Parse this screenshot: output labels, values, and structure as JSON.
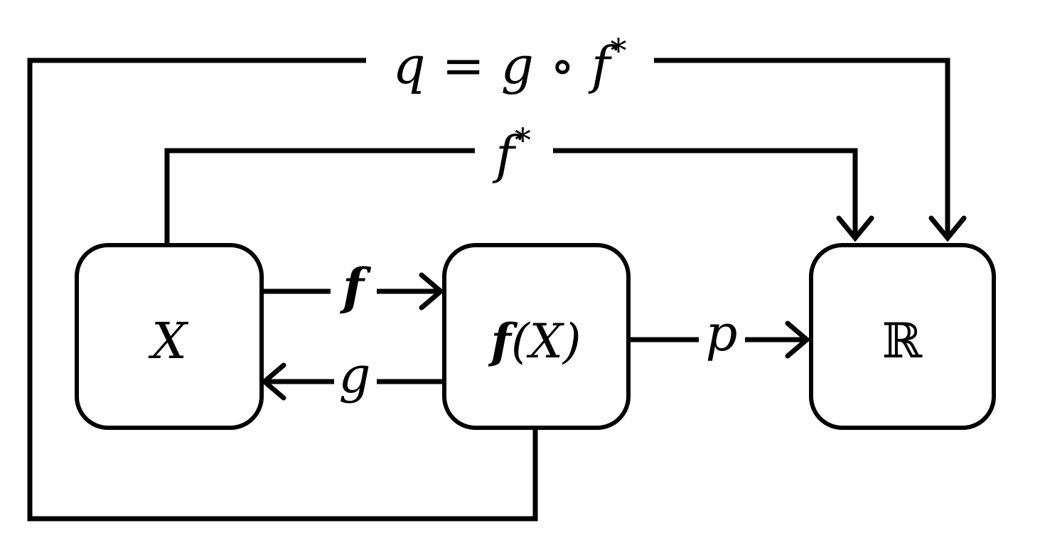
{
  "diagram": {
    "nodes": {
      "x": {
        "text": "X"
      },
      "fx": {
        "text": "f(X)",
        "bold_part": "f",
        "rest": "(X)"
      },
      "r": {
        "text": "ℝ"
      }
    },
    "edges": {
      "f": {
        "label": "f"
      },
      "g": {
        "label": "g"
      },
      "p": {
        "label": "p"
      },
      "fstar": {
        "label": "f*",
        "base": "f",
        "sup": "*"
      },
      "q": {
        "label": "q = g ∘ f*",
        "base": "q = g ∘ f",
        "sup": "*"
      }
    }
  }
}
